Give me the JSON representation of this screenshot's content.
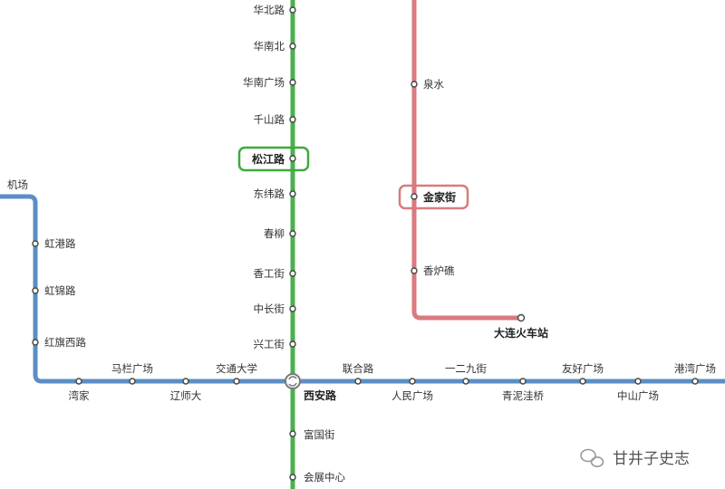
{
  "colors": {
    "green": "#4caf50",
    "red": "#d97a7f",
    "blue": "#5b8ec4",
    "label": "#333333",
    "station_fill": "#ffffff",
    "station_stroke": "#444444",
    "interchange": "#777777"
  },
  "green_line": {
    "stations": [
      "华北路",
      "华南北",
      "华南广场",
      "千山路",
      "松江路",
      "东纬路",
      "春柳",
      "香工街",
      "中长街",
      "兴工街"
    ],
    "below": [
      "富国街",
      "会展中心"
    ]
  },
  "red_line": {
    "stations": [
      "泉水",
      "金家街",
      "香炉礁",
      "大连火车站"
    ]
  },
  "blue_line": {
    "vertical": [
      "机场",
      "虹港路",
      "虹锦路",
      "红旗西路"
    ],
    "west": [
      "湾家",
      "马栏广场",
      "辽师大",
      "交通大学"
    ],
    "interchange": "西安路",
    "east": [
      "联合路",
      "人民广场",
      "一二九街",
      "青泥洼桥",
      "友好广场",
      "中山广场",
      "港湾广场"
    ]
  },
  "highlights": [
    "松江路",
    "金家街"
  ],
  "watermark": "甘井子史志"
}
